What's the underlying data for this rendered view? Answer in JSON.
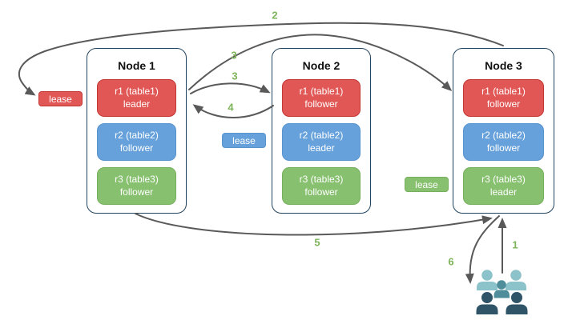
{
  "diagram": {
    "nodes": [
      {
        "title": "Node 1",
        "replicas": [
          {
            "label": "r1 (table1)",
            "role": "leader"
          },
          {
            "label": "r2 (table2)",
            "role": "follower"
          },
          {
            "label": "r3 (table3)",
            "role": "follower"
          }
        ]
      },
      {
        "title": "Node 2",
        "replicas": [
          {
            "label": "r1 (table1)",
            "role": "follower"
          },
          {
            "label": "r2 (table2)",
            "role": "leader"
          },
          {
            "label": "r3 (table3)",
            "role": "follower"
          }
        ]
      },
      {
        "title": "Node 3",
        "replicas": [
          {
            "label": "r1 (table1)",
            "role": "follower"
          },
          {
            "label": "r2 (table2)",
            "role": "follower"
          },
          {
            "label": "r3 (table3)",
            "role": "leader"
          }
        ]
      }
    ],
    "leases": [
      {
        "label": "lease",
        "color": "red"
      },
      {
        "label": "lease",
        "color": "blue"
      },
      {
        "label": "lease",
        "color": "green"
      }
    ],
    "steps": [
      "1",
      "2",
      "3",
      "3",
      "4",
      "5",
      "6"
    ],
    "colors": {
      "red_fill": "#E15755",
      "red_border": "#C13835",
      "blue_fill": "#66A1DB",
      "blue_border": "#5A94CF",
      "green_fill": "#87C06F",
      "green_border": "#76AF5D",
      "arrow": "#595959",
      "step": "#7EB45A",
      "node_border": "#22445E",
      "people_light": "#8CC3CA",
      "people_mid": "#4E8D99",
      "people_dark": "#2F5367"
    }
  }
}
